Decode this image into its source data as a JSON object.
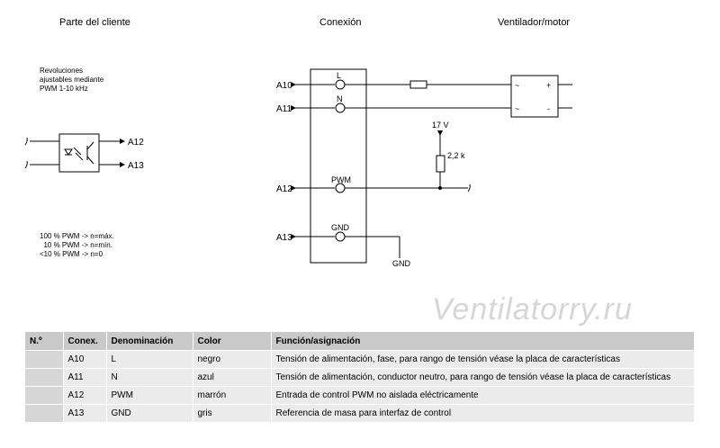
{
  "headers": {
    "customer": "Parte del cliente",
    "connection": "Conexión",
    "fan_motor": "Ventilador/motor"
  },
  "customer_note": [
    "Revoluciones",
    "ajustables mediante",
    "PWM 1-10 kHz"
  ],
  "pwm_lines": [
    "100 % PWM -> n=máx.",
    "  10 % PWM -> n=mín.",
    "<10 % PWM -> n=0"
  ],
  "labels": {
    "a10": "A10",
    "a11": "A11",
    "a12": "A12",
    "a13": "A13",
    "opto_a12": "A12",
    "opto_a13": "A13",
    "pin_l": "L",
    "pin_n": "N",
    "pin_pwm": "PWM",
    "pin_gnd": "GND",
    "supply": "17 V",
    "resistor": "2,2 k",
    "gnd": "GND",
    "motor_tl": "~",
    "motor_tr": "+",
    "motor_bl": "~",
    "motor_br": "-"
  },
  "watermark": "Ventilatorry.ru",
  "table": {
    "headers": [
      "N.º",
      "Conex.",
      "Denominación",
      "Color",
      "Función/asignación"
    ],
    "rows": [
      [
        "",
        "A10",
        "L",
        "negro",
        "Tensión de alimentación, fase, para rango de tensión véase la placa de características"
      ],
      [
        "",
        "A11",
        "N",
        "azul",
        "Tensión de alimentación, conductor neutro, para rango de tensión véase la placa de características"
      ],
      [
        "",
        "A12",
        "PWM",
        "marrón",
        "Entrada de control PWM no aislada eléctricamente"
      ],
      [
        "",
        "A13",
        "GND",
        "gris",
        "Referencia de masa para interfaz de control"
      ]
    ]
  }
}
